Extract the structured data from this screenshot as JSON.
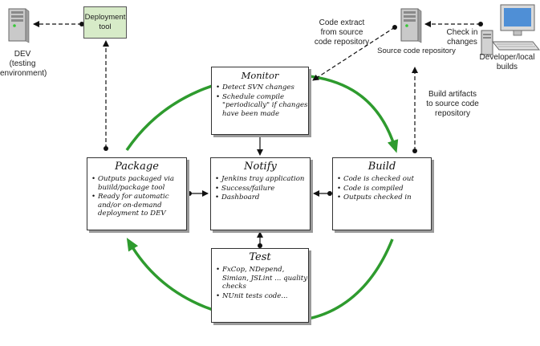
{
  "dev": {
    "label_lines": [
      "DEV",
      "(testing",
      "environment)"
    ]
  },
  "deployment_tool": {
    "label_lines": [
      "Deployment",
      "tool"
    ]
  },
  "code_extract": {
    "label_lines": [
      "Code extract",
      "from source",
      "code repository"
    ]
  },
  "source_repo": {
    "label": "Source code repository"
  },
  "check_in": {
    "label_lines": [
      "Check in",
      "changes"
    ]
  },
  "developer": {
    "label_lines": [
      "Developer/local",
      "builds"
    ]
  },
  "build_artifacts": {
    "label_lines": [
      "Build artifacts",
      "to source code",
      "repository"
    ]
  },
  "monitor": {
    "title": "Monitor",
    "items": [
      "Detect SVN changes",
      "Schedule compile \"periodically\" if changes have been made"
    ]
  },
  "notify": {
    "title": "Notify",
    "items": [
      "Jenkins tray application",
      "Success/failure",
      "Dashboard"
    ]
  },
  "package": {
    "title": "Package",
    "items": [
      "Outputs packaged via buiild/package tool",
      "Ready for automatic and/or on-demand deployment to DEV"
    ]
  },
  "build": {
    "title": "Build",
    "items": [
      "Code is checked out",
      "Code is compiled",
      "Outputs checked in"
    ]
  },
  "test": {
    "title": "Test",
    "items": [
      "FxCop, NDepend, Simian, JSLint ... quality checks",
      "NUnit tests code..."
    ]
  },
  "colors": {
    "cycle_arrow": "#2e9b2e",
    "deploy_fill": "#d7ebc8",
    "server_body": "#c9c9c9",
    "server_light": "#37c837"
  }
}
